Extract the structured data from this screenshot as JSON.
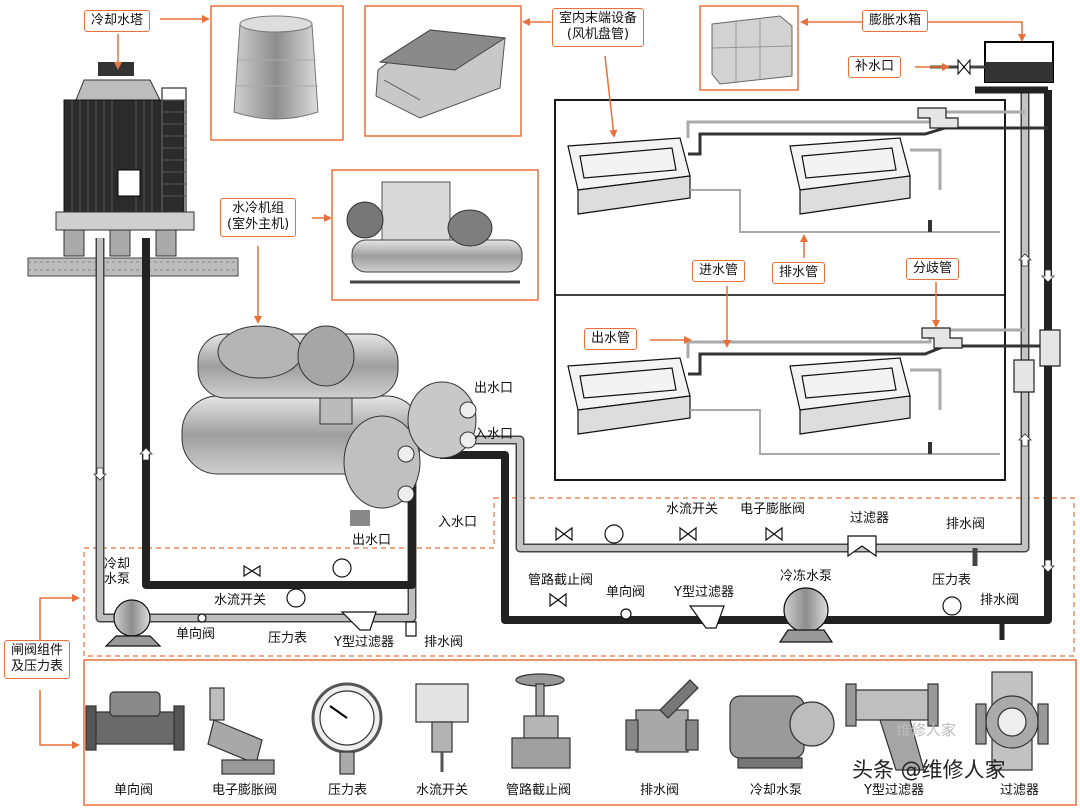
{
  "labels": {
    "cooling_tower": "冷却水塔",
    "indoor_terminal_line1": "室内末端设备",
    "indoor_terminal_line2": "(风机盘管)",
    "expansion_tank": "膨胀水箱",
    "makeup_water": "补水口",
    "chiller_line1": "水冷机组",
    "chiller_line2": "(室外主机)",
    "inlet_pipe": "进水管",
    "drain_pipe": "排水管",
    "branch_pipe": "分歧管",
    "outlet_pipe": "出水管",
    "valve_group_line1": "闸阀组件",
    "valve_group_line2": "及压力表"
  },
  "diagram": {
    "outlet_upper": "出水口",
    "inlet_upper": "入水口",
    "inlet_lower": "入水口",
    "outlet_lower": "出水口",
    "cooling_pump_line1": "冷却",
    "cooling_pump_line2": "水泵",
    "flow_switch_left": "水流开关",
    "check_valve_left": "单向阀",
    "pressure_gauge_left": "压力表",
    "y_filter_left": "Y型过滤器",
    "drain_valve_left": "排水阀",
    "flow_switch_right": "水流开关",
    "electronic_exp_valve": "电子膨胀阀",
    "filter_right": "过滤器",
    "drain_valve_right_top": "排水阀",
    "pipeline_stop_valve": "管路截止阀",
    "check_valve_right": "单向阀",
    "y_filter_right": "Y型过滤器",
    "chilled_pump": "冷冻水泵",
    "pressure_gauge_right": "压力表",
    "drain_valve_right_bottom": "排水阀"
  },
  "components": [
    {
      "name": "check-valve",
      "label": "单向阀"
    },
    {
      "name": "electronic-expansion-valve",
      "label": "电子膨胀阀"
    },
    {
      "name": "pressure-gauge",
      "label": "压力表"
    },
    {
      "name": "flow-switch",
      "label": "水流开关"
    },
    {
      "name": "pipeline-stop-valve",
      "label": "管路截止阀"
    },
    {
      "name": "drain-valve",
      "label": "排水阀"
    },
    {
      "name": "chilled-water-pump",
      "label": "冷却水泵"
    },
    {
      "name": "y-filter",
      "label": "Y型过滤器"
    },
    {
      "name": "filter",
      "label": "过滤器"
    }
  ],
  "watermark": {
    "text": "头条 @维修人家",
    "faint": "维修人家"
  },
  "colors": {
    "accent": "#e8703a",
    "pipe_dark": "#3a3a3a",
    "pipe_light": "#b8b8b8",
    "equipment": "#9a9a9a"
  }
}
